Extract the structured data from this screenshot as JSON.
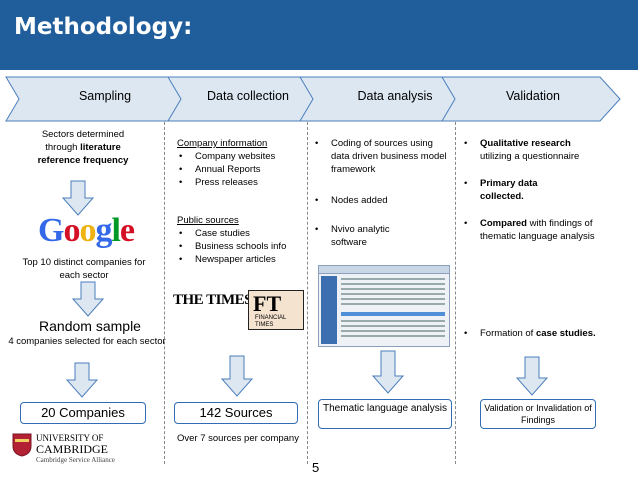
{
  "title": "Methodology:",
  "stages": [
    "Sampling",
    "Data collection",
    "Data analysis",
    "Validation"
  ],
  "col1": {
    "sectors_line1": "Sectors determined",
    "sectors_line2a": "through ",
    "sectors_line2b": "literature",
    "sectors_line3": "reference frequency",
    "google_logo": "Google",
    "top10": "Top 10 distinct companies for each sector",
    "random_sample": "Random sample",
    "four_companies": "4 companies selected for each sector",
    "companies_box": "20 Companies",
    "cambridge_line1": "UNIVERSITY OF",
    "cambridge_line2": "CAMBRIDGE",
    "cambridge_line3": "Cambridge Service Alliance"
  },
  "col2": {
    "company_info_heading": "Company information",
    "company_info_items": [
      "Company websites",
      "Annual Reports",
      "Press releases"
    ],
    "public_heading": "Public sources",
    "public_items": [
      "Case studies",
      "Business schools info",
      "Newspaper articles"
    ],
    "times_logo": "THE TIMES",
    "ft_logo": "FT",
    "ft_sub1": "FINANCIAL",
    "ft_sub2": "TIMES",
    "sources_box": "142 Sources",
    "over7": "Over 7 sources per company"
  },
  "col3": {
    "items": [
      "Coding of sources using data driven business model framework",
      "Nodes added",
      "Nvivo analytic software"
    ],
    "box": "Thematic language analysis"
  },
  "col4": {
    "item1_bold": "Qualitative research",
    "item1_rest": "utilizing a questionnaire",
    "item2_bold": "Primary data collected.",
    "item3_bold": "Compared",
    "item3_rest": " with findings of thematic language analysis",
    "item4_pre": "Formation of ",
    "item4_bold": "case studies.",
    "box": "Validation or Invalidation of Findings"
  },
  "page_number": "5",
  "colors": {
    "header": "#1f5d9b",
    "arrow_fill": "#dde7f2",
    "arrow_stroke": "#4a7ebb",
    "box_border": "#2f6db5"
  }
}
